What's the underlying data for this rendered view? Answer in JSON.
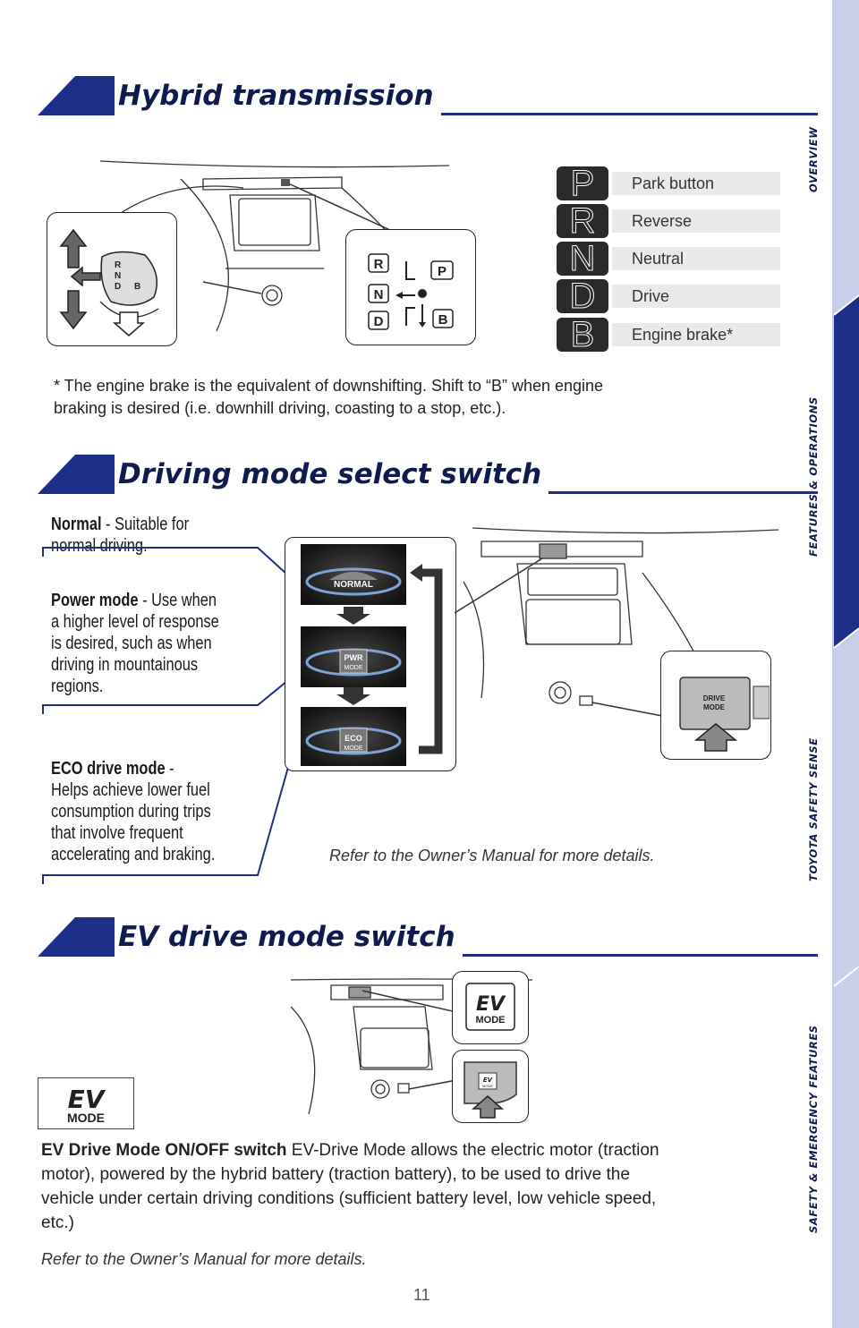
{
  "tabs": [
    {
      "label": "OVERVIEW",
      "active": false
    },
    {
      "label": "FEATURES & OPERATIONS",
      "active": true
    },
    {
      "label": "TOYOTA SAFETY SENSE",
      "active": false
    },
    {
      "label": "SAFETY & EMERGENCY FEATURES",
      "active": false
    }
  ],
  "colors": {
    "accent": "#1e2f8a",
    "active_tab": "#1e2f8a",
    "tab_bg": "#c7d0e8"
  },
  "section1": {
    "title": "Hybrid transmission",
    "gears": [
      {
        "letter": "P",
        "label": "Park button"
      },
      {
        "letter": "R",
        "label": "Reverse"
      },
      {
        "letter": "N",
        "label": "Neutral"
      },
      {
        "letter": "D",
        "label": "Drive"
      },
      {
        "letter": "B",
        "label": "Engine brake*"
      }
    ],
    "shifter_letters": [
      "R",
      "N",
      "D",
      "B"
    ],
    "shift_pattern_letters": [
      "R",
      "N",
      "D",
      "P",
      "B"
    ],
    "note_line1": "* The engine brake is the equivalent of downshifting. Shift to “B” when engine",
    "note_line2": "braking is desired (i.e. downhill driving, coasting to a stop, etc.)."
  },
  "section2": {
    "title": "Driving mode select switch",
    "normal_bold": "Normal",
    "normal_line1": " - Suitable for",
    "normal_line2": "normal driving.",
    "power_bold": "Power mode",
    "power_line1": " - Use when",
    "power_line2": "a higher level of response",
    "power_line3": "is desired, such as when",
    "power_line4": "driving in mountainous",
    "power_line5": "regions.",
    "eco_bold": "ECO drive mode",
    "eco_line1": " -",
    "eco_line2": "Helps achieve lower fuel",
    "eco_line3": "consumption during trips",
    "eco_line4": "that involve frequent",
    "eco_line5": "accelerating and braking.",
    "screen_normal": "NORMAL",
    "screen_pwr": "PWR",
    "screen_mode": "MODE",
    "screen_eco": "ECO",
    "drive_mode_btn1": "DRIVE",
    "drive_mode_btn2": "MODE",
    "refer": "Refer to the Owner’s Manual for more details."
  },
  "section3": {
    "title": "EV drive mode switch",
    "ev": "EV",
    "mode": "MODE",
    "body_bold": "EV Drive Mode ON/OFF switch",
    "body_line1": " EV-Drive Mode allows the electric motor (traction",
    "body_line2": "motor), powered by the hybrid battery (traction battery), to be used to drive the",
    "body_line3": "vehicle under certain driving conditions (sufficient battery level, low vehicle speed,",
    "body_line4": "etc.)",
    "refer": "Refer to the Owner’s Manual for more details."
  },
  "page_number": "11"
}
